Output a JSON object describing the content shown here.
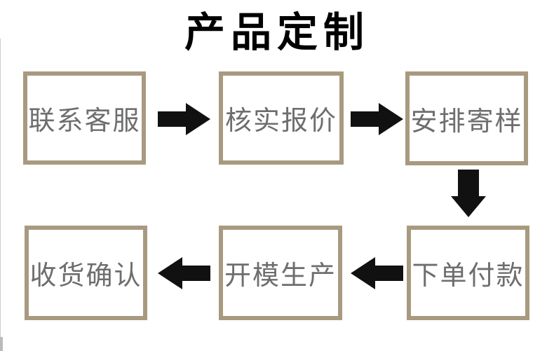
{
  "page": {
    "title": "产品定制"
  },
  "colors": {
    "title_text": "#000000",
    "box_border": "#a89a80",
    "box_text": "#6e6e6e",
    "arrow_fill": "#111111",
    "background": "#ffffff"
  },
  "flow": {
    "steps": [
      {
        "id": "contact",
        "label": "联系客服"
      },
      {
        "id": "quote",
        "label": "核实报价"
      },
      {
        "id": "sample",
        "label": "安排寄样"
      },
      {
        "id": "pay",
        "label": "下单付款"
      },
      {
        "id": "production",
        "label": "开模生产"
      },
      {
        "id": "receipt",
        "label": "收货确认"
      }
    ],
    "arrows": [
      {
        "from": "联系客服",
        "to": "核实报价",
        "direction": "right"
      },
      {
        "from": "核实报价",
        "to": "安排寄样",
        "direction": "right"
      },
      {
        "from": "安排寄样",
        "to": "下单付款",
        "direction": "down"
      },
      {
        "from": "下单付款",
        "to": "开模生产",
        "direction": "left"
      },
      {
        "from": "开模生产",
        "to": "收货确认",
        "direction": "left"
      }
    ]
  }
}
